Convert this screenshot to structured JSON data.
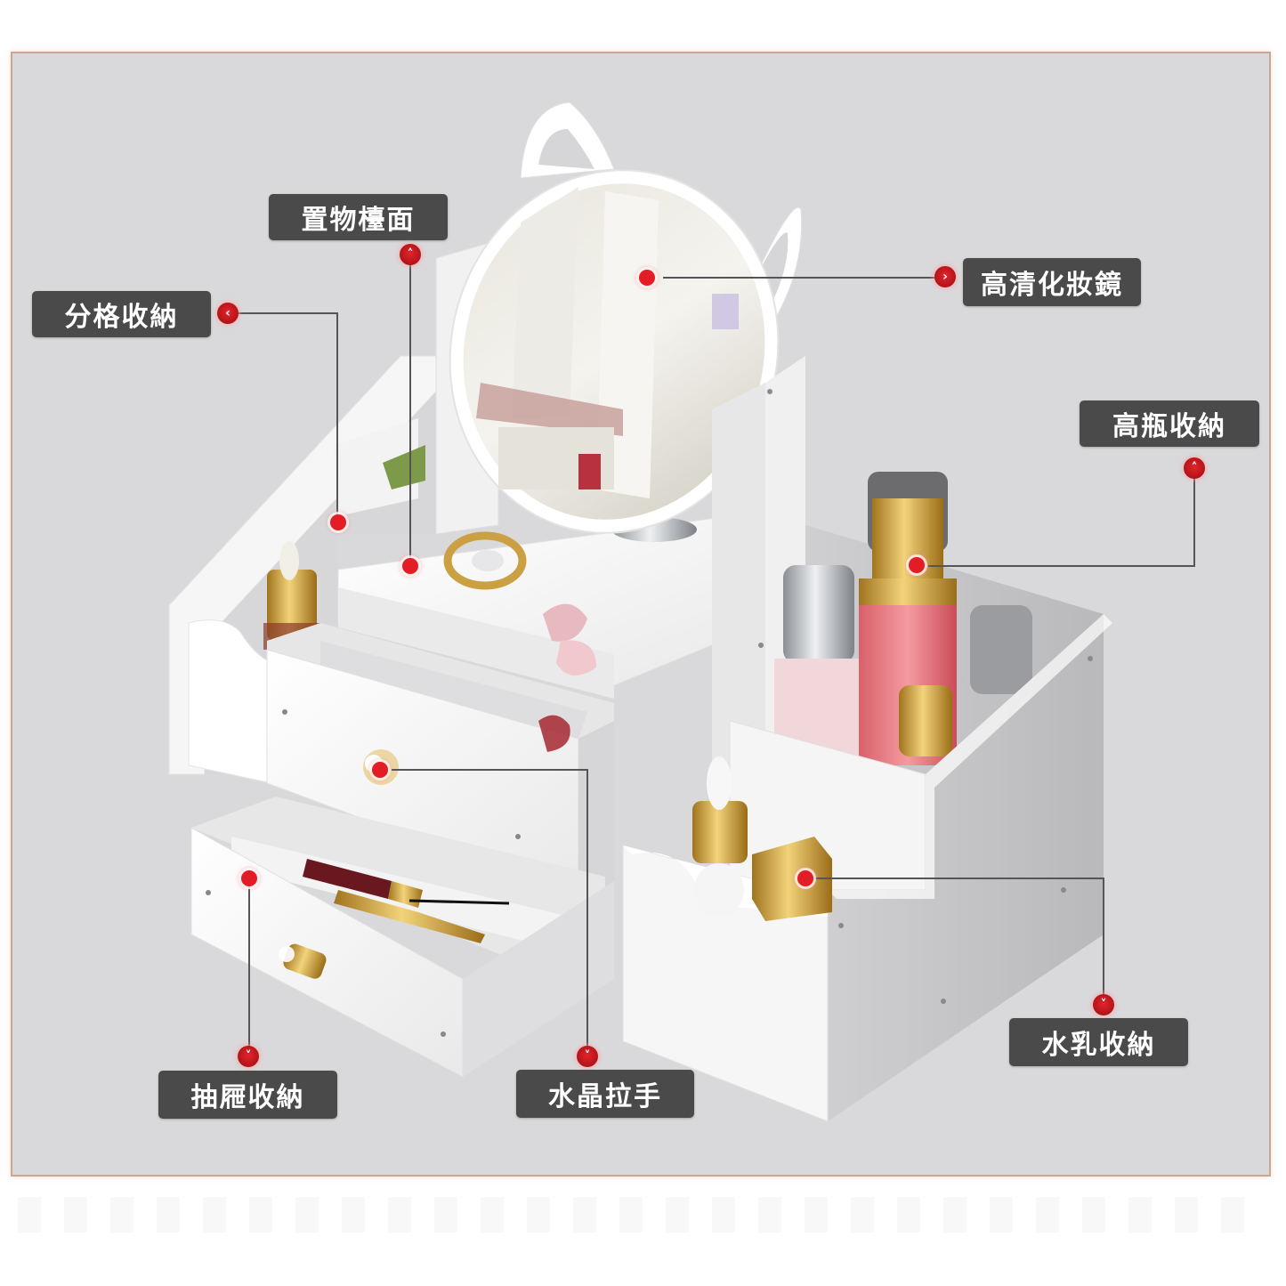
{
  "product": {
    "type": "desktop vanity organizer with cat-ear mirror",
    "colors": {
      "background": "#d9d9db",
      "frame_border": "#c9a793",
      "label_bg": "#4a4a4a",
      "label_text": "#ffffff",
      "marker": "#e21d25",
      "connector_line": "#555555",
      "furniture": "#f4f4f4"
    }
  },
  "callouts": [
    {
      "id": "divided-storage",
      "label": "分格收納",
      "marker_direction": "left"
    },
    {
      "id": "display-surface",
      "label": "置物檯面",
      "marker_direction": "up"
    },
    {
      "id": "hd-mirror",
      "label": "高清化妝鏡",
      "marker_direction": "right"
    },
    {
      "id": "tall-bottle-storage",
      "label": "高瓶收納",
      "marker_direction": "up"
    },
    {
      "id": "lotion-storage",
      "label": "水乳收納",
      "marker_direction": "down"
    },
    {
      "id": "drawer-storage",
      "label": "抽屜收納",
      "marker_direction": "down"
    },
    {
      "id": "crystal-handle",
      "label": "水晶拉手",
      "marker_direction": "down"
    }
  ],
  "icons": {
    "left": "‹",
    "right": "›",
    "up": "˄",
    "down": "˅"
  }
}
